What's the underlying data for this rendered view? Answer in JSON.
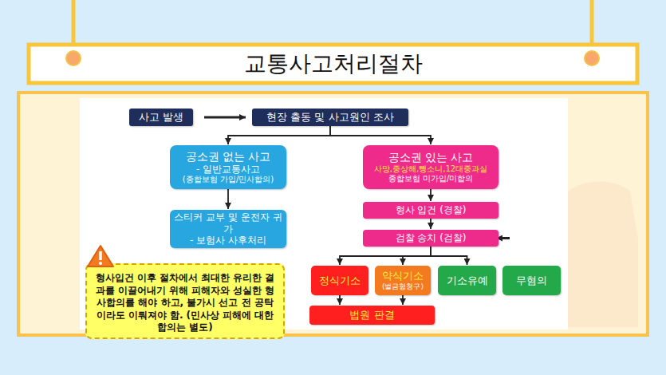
{
  "diagram": {
    "title": "교통사고처리절차",
    "nodes": [
      {
        "text": [
          "사고 발생"
        ]
      },
      {
        "text": [
          "현장 출동 및 사고원인 조사"
        ]
      },
      {
        "text": [
          "공소권 없는 사고",
          "- 일반교통사고",
          "(종합보험 가입/민사합의)"
        ]
      },
      {
        "text": [
          "공소권 있는 사고",
          "사망,중상해,뺑소니,12대중과실",
          "종합보험 미가입/미합의"
        ]
      },
      {
        "text": [
          "스티커 교부 및 운전자 귀가",
          "- 보험사 사후처리"
        ]
      },
      {
        "text": [
          "형사 입건 (경찰)"
        ]
      },
      {
        "text": [
          "검찰 송치 (검찰)"
        ]
      },
      {
        "text": [
          "정식기소"
        ]
      },
      {
        "text": [
          "약식기소",
          "(벌금형청구)"
        ]
      },
      {
        "text": [
          "기소유예"
        ]
      },
      {
        "text": [
          "무혐의"
        ]
      },
      {
        "text": [
          "법원 판결"
        ]
      },
      {
        "text": [
          "형사입건 이후 절차에서 최대한 유리한 결과를 이끌어내기 위해 피해자와 성실한 형사합의를 해야 하고, 불가시 선고 전 공탁이라도 이뤄져야 함. (민사상 피해에 대한 합의는 별도)"
        ]
      }
    ],
    "edges": [
      {
        "from": 0,
        "to": 1,
        "arrow": "to"
      },
      {
        "from": 1,
        "to": 2,
        "arrow": "to"
      },
      {
        "from": 1,
        "to": 3,
        "arrow": "to"
      },
      {
        "from": 2,
        "to": 4,
        "arrow": "to"
      },
      {
        "from": 3,
        "to": 5,
        "arrow": "to"
      },
      {
        "from": 5,
        "to": 6,
        "arrow": "to"
      },
      {
        "from": 6,
        "to": 7,
        "arrow": "to"
      },
      {
        "from": 6,
        "to": 8,
        "arrow": "to"
      },
      {
        "from": 6,
        "to": 9,
        "arrow": "to"
      },
      {
        "from": 6,
        "to": 10,
        "arrow": "to"
      },
      {
        "from": 7,
        "to": 11,
        "arrow": "to"
      },
      {
        "from": 8,
        "to": 11,
        "arrow": "to"
      }
    ]
  }
}
